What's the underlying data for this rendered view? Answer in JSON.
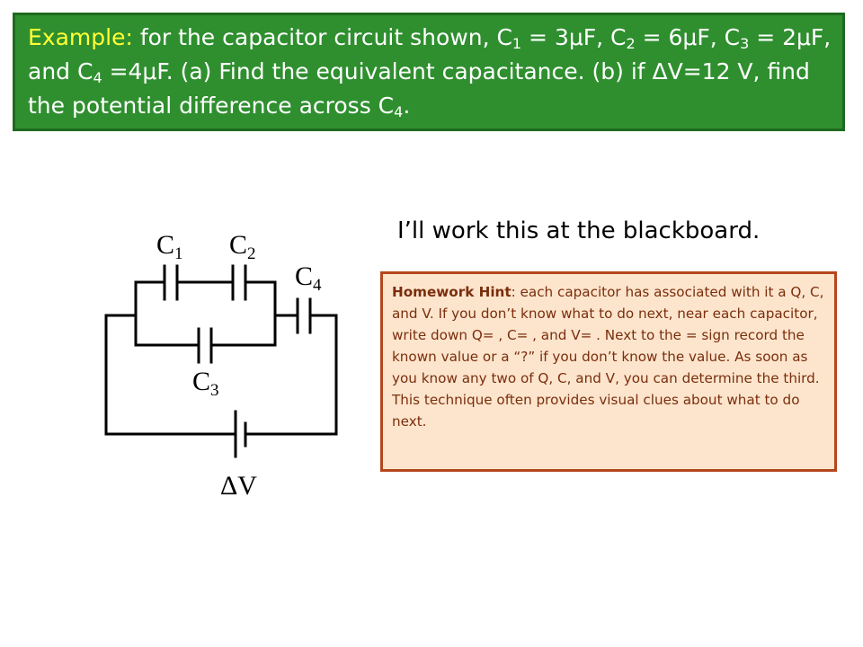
{
  "title": {
    "lead": "Example:",
    "text_html": " for the capacitor circuit shown, C<sub>1</sub> = 3&mu;F, C<sub>2</sub> = 6&mu;F, C<sub>3</sub> = 2&mu;F, and C<sub>4</sub> =4&mu;F. (a) Find the equivalent capacitance. (b) if &Delta;V=12 V, find the potential difference across C<sub>4</sub>."
  },
  "circuit": {
    "labels": {
      "c1": {
        "letter": "C",
        "sub": "1"
      },
      "c2": {
        "letter": "C",
        "sub": "2"
      },
      "c3": {
        "letter": "C",
        "sub": "3"
      },
      "c4": {
        "letter": "C",
        "sub": "4"
      },
      "battery": "ΔV"
    }
  },
  "note": "I’ll work this at the blackboard.",
  "hint": {
    "label": "Homework Hint",
    "text": ": each capacitor has associated with it a Q, C, and V. If you don’t know what to do next, near each capacitor, write down Q= , C= , and V= . Next to the = sign record the known value or a “?” if you don’t know the value. As soon as you know any two of Q, C, and V, you can determine the third. This technique often provides visual clues about what to do next."
  }
}
